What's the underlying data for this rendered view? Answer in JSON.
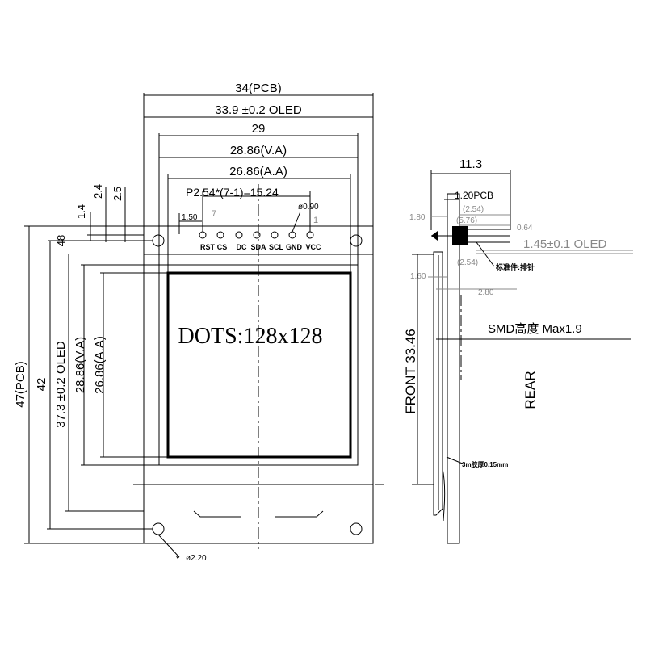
{
  "front_view": {
    "dims": {
      "pcb_width": "34(PCB)",
      "oled_width": "33.9 ±0.2 OLED",
      "width_29": "29",
      "va_width": "28.86(V.A)",
      "aa_width": "26.86(A.A)",
      "pin_pitch": "P2.54*(7-1)=15.24",
      "dim_1_4": "1.4",
      "dim_2_4": "2.4",
      "dim_2_5": "2.5",
      "dim_48": "48",
      "pcb_height": "47(PCB)",
      "height_42": "42",
      "oled_height": "37.3 ±0.2 OLED",
      "va_height": "28.86(V.A)",
      "aa_height": "26.86(A.A)",
      "pin_pad": "1.50",
      "pin_hole": "ø0.90",
      "mount_hole": "ø2.20",
      "pin_seven": "7",
      "pin_one": "1"
    },
    "display_text": "DOTS:128x128",
    "pins": [
      "RST",
      "CS",
      "DC",
      "SDA",
      "SCL",
      "GND",
      "VCC"
    ]
  },
  "side_view": {
    "dims": {
      "total_thickness": "11.3",
      "pcb_thickness": "1.20PCB",
      "dim_1_80": "1.80",
      "dim_2_54_top": "(2.54)",
      "dim_5_76": "(5.76)",
      "dim_0_64": "0.64",
      "oled_thickness": "1.45±0.1 OLED",
      "dim_2_54_bottom": "(2.54)",
      "header_note": "标准件:排针",
      "dim_1_60": "1.60",
      "dim_2_80": "2.80",
      "smd_height": "SMD高度 Max1.9",
      "front_height": "FRONT 33.46",
      "tape_note": "3m胶厚0.15mm"
    },
    "front_label": "FRONT",
    "rear_label": "REAR"
  },
  "colors": {
    "line": "#000000",
    "note": "#888888",
    "background": "#ffffff"
  }
}
